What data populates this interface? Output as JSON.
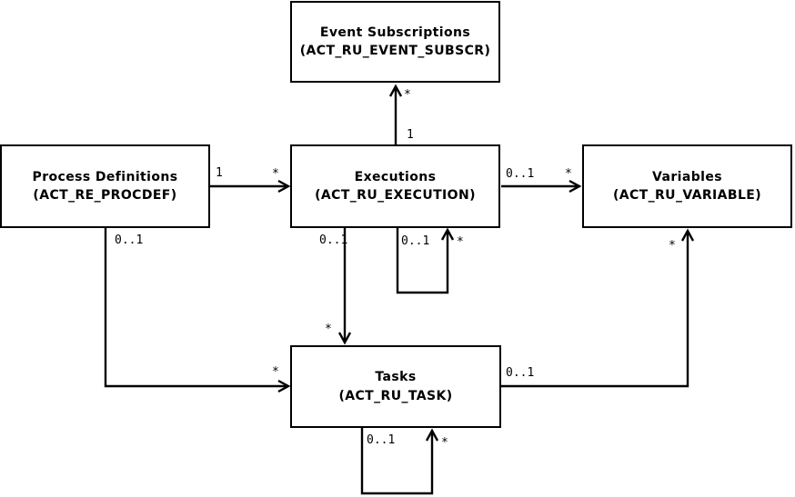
{
  "diagram": {
    "type": "entity-relationship",
    "background_color": "#ffffff",
    "line_color": "#000000",
    "text_color": "#000000",
    "nodes": [
      {
        "name": "Event Subscriptions",
        "table": "(ACT_RU_EVENT_SUBSCR)"
      },
      {
        "name": "Process Definitions",
        "table": "(ACT_RE_PROCDEF)"
      },
      {
        "name": "Executions",
        "table": "(ACT_RU_EXECUTION)"
      },
      {
        "name": "Variables",
        "table": "(ACT_RU_VARIABLE)"
      },
      {
        "name": "Tasks",
        "table": "(ACT_RU_TASK)"
      }
    ],
    "edges": [
      {
        "from": "Process Definitions",
        "to": "Executions",
        "from_label": "1",
        "to_label": "*"
      },
      {
        "from": "Executions",
        "to": "Event Subscriptions",
        "from_label": "1",
        "to_label": "*"
      },
      {
        "from": "Executions",
        "to": "Variables",
        "from_label": "0..1",
        "to_label": "*"
      },
      {
        "from": "Executions",
        "to": "Tasks",
        "from_label": "0..1",
        "to_label": "*"
      },
      {
        "from": "Executions",
        "to": "Executions",
        "from_label": "0..1",
        "to_label": "*"
      },
      {
        "from": "Process Definitions",
        "to": "Tasks",
        "from_label": "0..1",
        "to_label": "*"
      },
      {
        "from": "Tasks",
        "to": "Variables",
        "from_label": "0..1",
        "to_label": "*"
      },
      {
        "from": "Tasks",
        "to": "Tasks",
        "from_label": "0..1",
        "to_label": "*"
      }
    ]
  }
}
